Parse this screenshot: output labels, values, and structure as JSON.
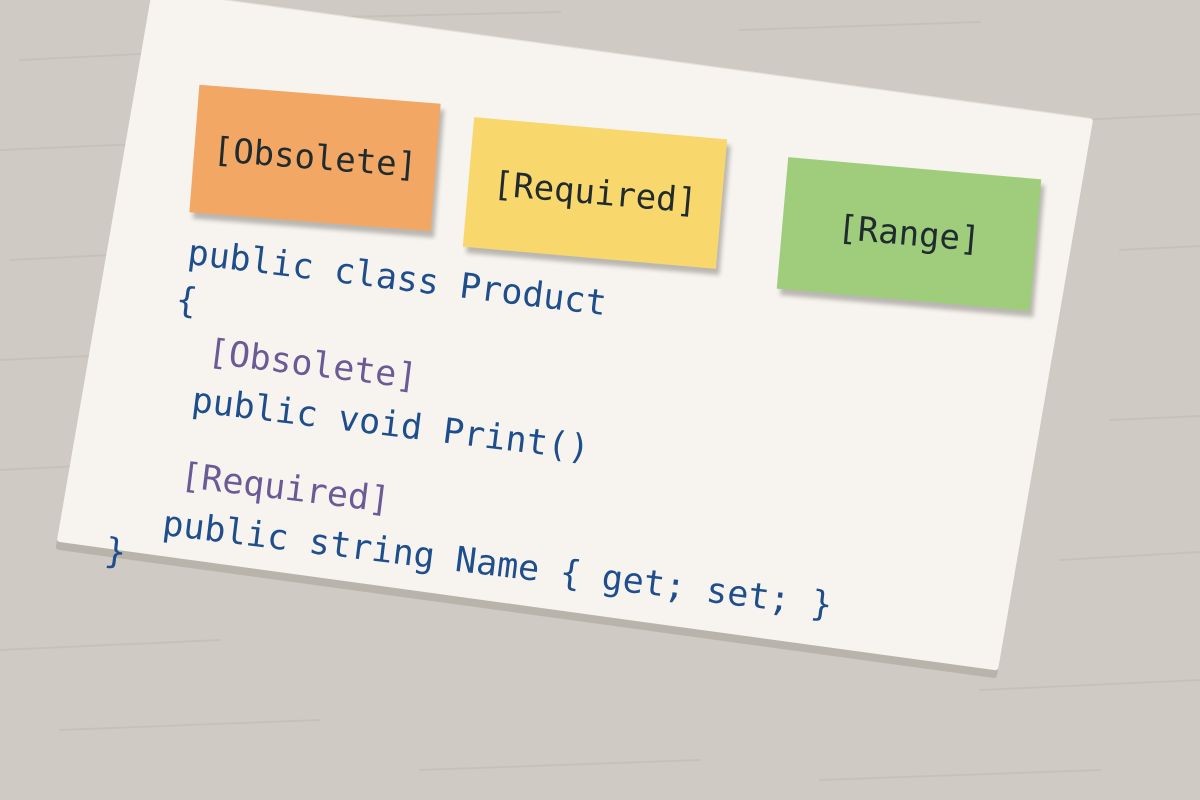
{
  "sticky_notes": [
    {
      "label": "[Obsolete]",
      "color": "#f2a765"
    },
    {
      "label": "[Required]",
      "color": "#f8d76c"
    },
    {
      "label": "[Range]",
      "color": "#9fcd7c"
    }
  ],
  "code": {
    "class_decl": "public class Product",
    "open_brace": "{",
    "attr_obsolete": "[Obsolete]",
    "method_decl": "public void Print()",
    "attr_required": "[Required]",
    "property_decl": "public string Name { get; set; }",
    "close_brace": "}"
  },
  "colors": {
    "desk": "#cfcbc4",
    "card": "#f7f4ef",
    "code_text": "#1f4e8c",
    "attribute_text": "#6a5a96"
  }
}
